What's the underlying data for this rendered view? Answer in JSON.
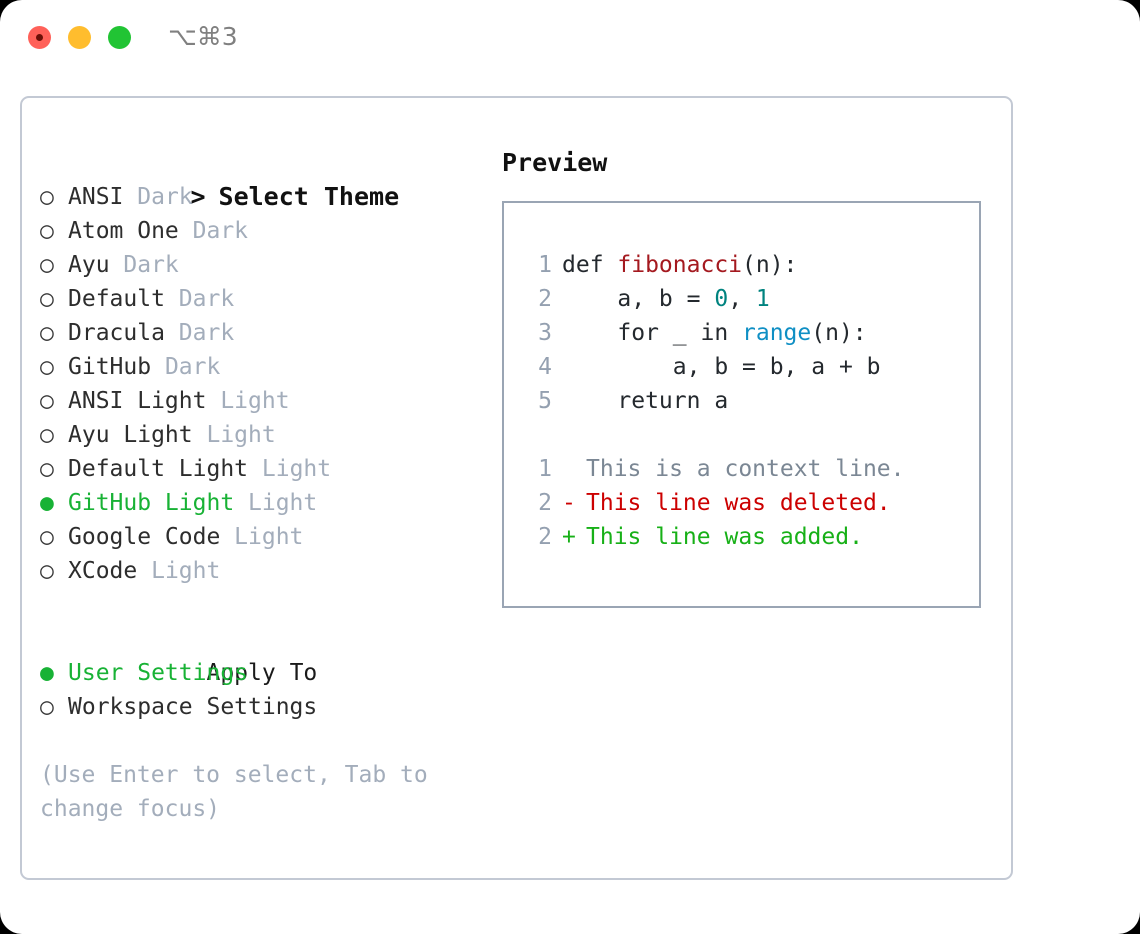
{
  "titlebar": {
    "shortcut": "⌥⌘3",
    "lights": [
      {
        "name": "close",
        "color": "#ff6159"
      },
      {
        "name": "minimize",
        "color": "#ffbd2e"
      },
      {
        "name": "zoom",
        "color": "#21c434"
      }
    ]
  },
  "theme_section": {
    "caret": ">",
    "title": "Select Theme",
    "marker_unselected": "○",
    "marker_selected": "●",
    "options": [
      {
        "label": "ANSI",
        "tag": "Dark",
        "selected": false
      },
      {
        "label": "Atom One",
        "tag": "Dark",
        "selected": false
      },
      {
        "label": "Ayu",
        "tag": "Dark",
        "selected": false
      },
      {
        "label": "Default",
        "tag": "Dark",
        "selected": false
      },
      {
        "label": "Dracula",
        "tag": "Dark",
        "selected": false
      },
      {
        "label": "GitHub",
        "tag": "Dark",
        "selected": false
      },
      {
        "label": "ANSI Light",
        "tag": "Light",
        "selected": false
      },
      {
        "label": "Ayu Light",
        "tag": "Light",
        "selected": false
      },
      {
        "label": "Default Light",
        "tag": "Light",
        "selected": false
      },
      {
        "label": "GitHub Light",
        "tag": "Light",
        "selected": true
      },
      {
        "label": "Google Code",
        "tag": "Light",
        "selected": false
      },
      {
        "label": "XCode",
        "tag": "Light",
        "selected": false
      }
    ]
  },
  "apply_section": {
    "title": "Apply To",
    "options": [
      {
        "label": "User Settings",
        "selected": true
      },
      {
        "label": "Workspace Settings",
        "selected": false
      }
    ]
  },
  "hint": "(Use Enter to select, Tab to change focus)",
  "preview": {
    "title": "Preview",
    "code_lines": [
      {
        "num": "1",
        "tokens": [
          {
            "text": "def ",
            "kind": "plain"
          },
          {
            "text": "fibonacci",
            "kind": "fn"
          },
          {
            "text": "(n):",
            "kind": "plain"
          }
        ]
      },
      {
        "num": "2",
        "tokens": [
          {
            "text": "    a, b = ",
            "kind": "plain"
          },
          {
            "text": "0",
            "kind": "num"
          },
          {
            "text": ", ",
            "kind": "plain"
          },
          {
            "text": "1",
            "kind": "num"
          }
        ]
      },
      {
        "num": "3",
        "tokens": [
          {
            "text": "    for _ in ",
            "kind": "plain"
          },
          {
            "text": "range",
            "kind": "call"
          },
          {
            "text": "(n):",
            "kind": "plain"
          }
        ]
      },
      {
        "num": "4",
        "tokens": [
          {
            "text": "        a, b = b, a + b",
            "kind": "plain"
          }
        ]
      },
      {
        "num": "5",
        "tokens": [
          {
            "text": "    return a",
            "kind": "plain"
          }
        ]
      }
    ],
    "diff_lines": [
      {
        "num": "1",
        "sign": " ",
        "text": "This is a context line.",
        "kind": "ctx"
      },
      {
        "num": "2",
        "sign": "-",
        "text": "This line was deleted.",
        "kind": "del"
      },
      {
        "num": "2",
        "sign": "+",
        "text": "This line was added.",
        "kind": "add"
      }
    ]
  },
  "colors": {
    "accent_green": "#18b235",
    "muted": "#a3adbb",
    "line_number": "#94a0b0",
    "diff_added": "#17b017",
    "diff_deleted": "#cc0000",
    "syntax_function": "#a4191f",
    "syntax_number": "#00837f",
    "syntax_call": "#0f8fc4",
    "panel_border": "#c3c9d4",
    "preview_border": "#9aa5b4"
  }
}
